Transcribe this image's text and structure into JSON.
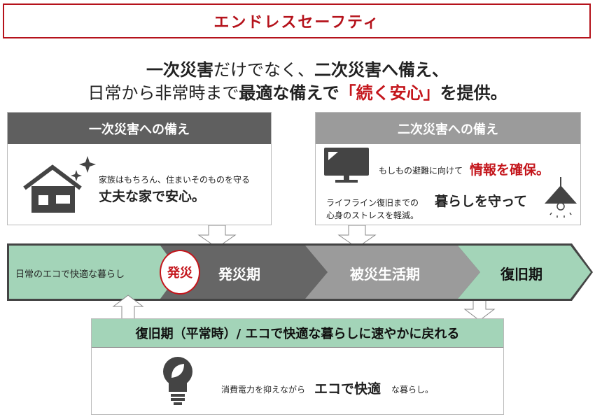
{
  "title": "エンドレスセーフティ",
  "headline": {
    "line1_bold1": "一次災害",
    "line1_normal1": "だけでなく、",
    "line1_bold2": "二次災害へ備え、",
    "line2_normal1": "日常から非常時まで",
    "line2_bold1": "最適な備えで",
    "line2_red": "「続く安心」",
    "line2_bold2": "を提供。"
  },
  "primary": {
    "header": "一次災害への備え",
    "small": "家族はもちろん、住まいそのものを守る",
    "big": "丈夫な家で安心。"
  },
  "secondary": {
    "header": "二次災害への備え",
    "info_small": "もしもの避難に向けて",
    "info_big": "情報を確保。",
    "life_small": "ライフライン復旧までの",
    "life_big": "暮らしを守って",
    "life_small2": "心身のストレスを軽減。"
  },
  "band": {
    "daily": "日常のエコで快適な暮らし",
    "disaster_badge": "発災",
    "phase1": "発災期",
    "phase2": "被災生活期",
    "phase3": "復旧期"
  },
  "recovery": {
    "header": "復旧期（平常時）/ エコで快適な暮らしに速やかに戻れる",
    "small1": "消費電力を抑えながら",
    "big": "エコで快適",
    "small2": "な暮らし。"
  },
  "colors": {
    "red": "#c4161c",
    "green": "#a3d4b8",
    "dark": "#5f5f5f",
    "gray": "#9b9b9b"
  }
}
